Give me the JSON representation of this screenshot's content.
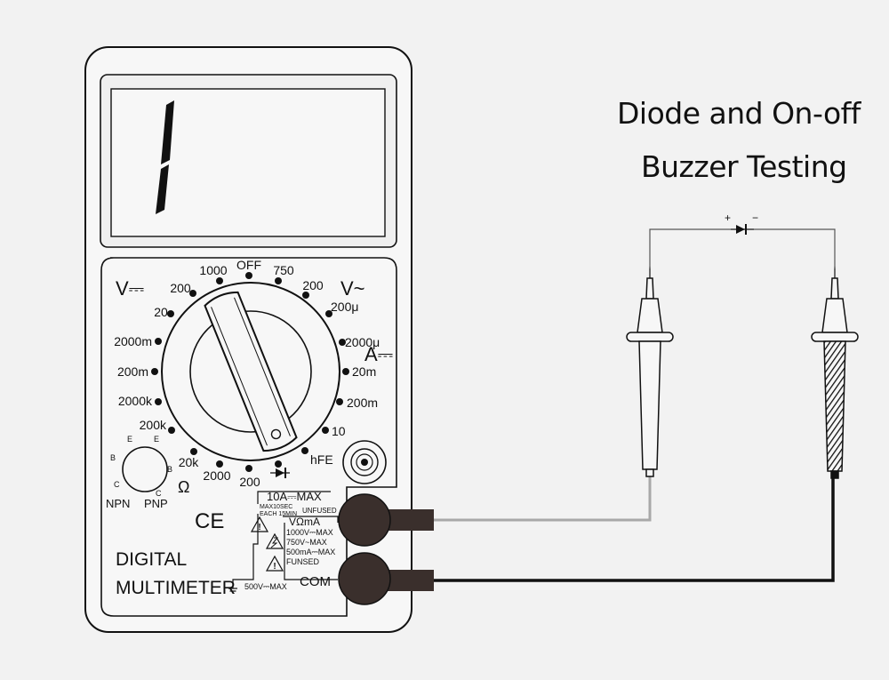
{
  "title": {
    "line1": "Diode and On-off",
    "line2": "Buzzer Testing"
  },
  "meter": {
    "display_digit": "1",
    "brand_line1": "DIGITAL",
    "brand_line2": "MULTIMETER",
    "ce_mark": "CE",
    "dial_labels": {
      "off": "OFF",
      "v750": "750",
      "v200ac": "200",
      "v1000": "1000",
      "v200dc": "200",
      "v20": "20",
      "v2000m": "2000m",
      "v200m": "200m",
      "o2000k": "2000k",
      "o200k": "200k",
      "o20k": "20k",
      "o2000": "2000",
      "o200": "200",
      "a200u": "200μ",
      "a2000u": "2000μ",
      "a20m": "20m",
      "a200m": "200m",
      "a10": "10",
      "hfe": "hFE"
    },
    "section_symbols": {
      "vdc": "V⎓",
      "vac": "V~",
      "adc": "A⎓",
      "ohm": "Ω"
    },
    "transistor": {
      "npn": "NPN",
      "pnp": "PNP",
      "e": "E",
      "b": "B",
      "c": "C"
    },
    "jack_labels": {
      "ten_a": "10A⎓MAX",
      "max10sec": "MAX10SEC",
      "each15min": "EACH 15MIN",
      "unfused": "UNFUSED",
      "vohm": "VΩmA",
      "v1000max": "1000V⎓MAX",
      "v750max": "750V~MAX",
      "ma500max": "500mA⎓MAX",
      "fused": "FUNSED",
      "v500max": "500V⎓MAX",
      "com": "COM"
    }
  },
  "diode": {
    "plus": "+",
    "minus": "−"
  },
  "colors": {
    "background": "#f2f2f2",
    "ink": "#111111",
    "red_lead": "#a8a8a8",
    "black_lead": "#111111",
    "jack": "#3a2f2c"
  }
}
